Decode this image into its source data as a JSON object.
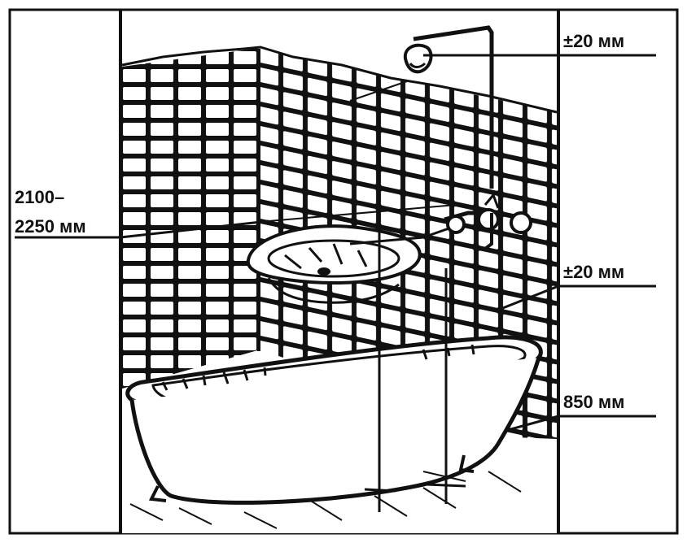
{
  "labels": {
    "height_range_line1": "2100–",
    "height_range_line2": "2250 мм",
    "shower_tolerance": "±20 мм",
    "mixer_tolerance": "±20 мм",
    "bath_height": "850 мм"
  },
  "colors": {
    "ink": "#111111",
    "paper": "#ffffff",
    "tub_fill": "#ffffff"
  },
  "icons": [
    "shower-head-icon",
    "mixer-faucet-icon",
    "sink-icon",
    "bathtub-icon",
    "tile-wall-icon"
  ]
}
